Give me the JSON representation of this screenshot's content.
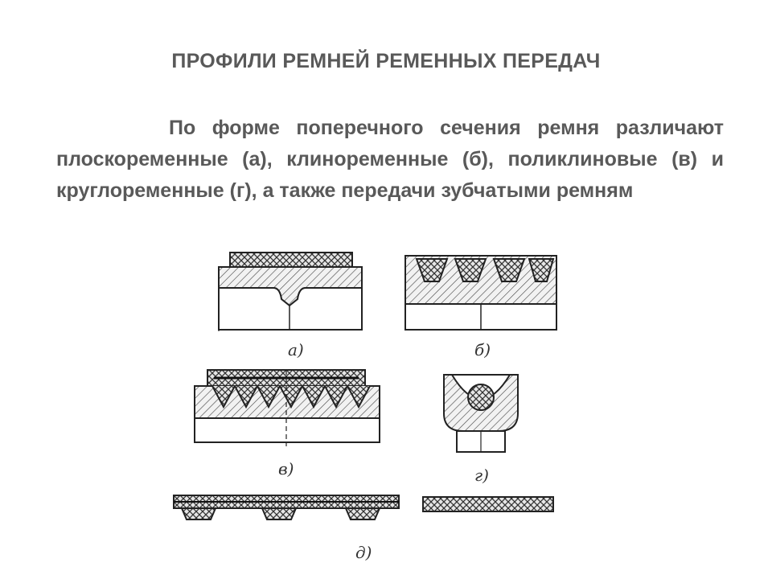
{
  "slide": {
    "title": "ПРОФИЛИ РЕМНЕЙ РЕМЕННЫХ ПЕРЕДАЧ",
    "paragraph": "По форме поперечного сечения ремня различают плоскоременные (а), клиноременные (б), поликлиновые (в) и  круглоременные (г), а также передачи зубчатыми ремням"
  },
  "figure": {
    "captions": {
      "a": "а)",
      "b": "б)",
      "v": "в)",
      "g": "г)",
      "d": "д)"
    }
  }
}
